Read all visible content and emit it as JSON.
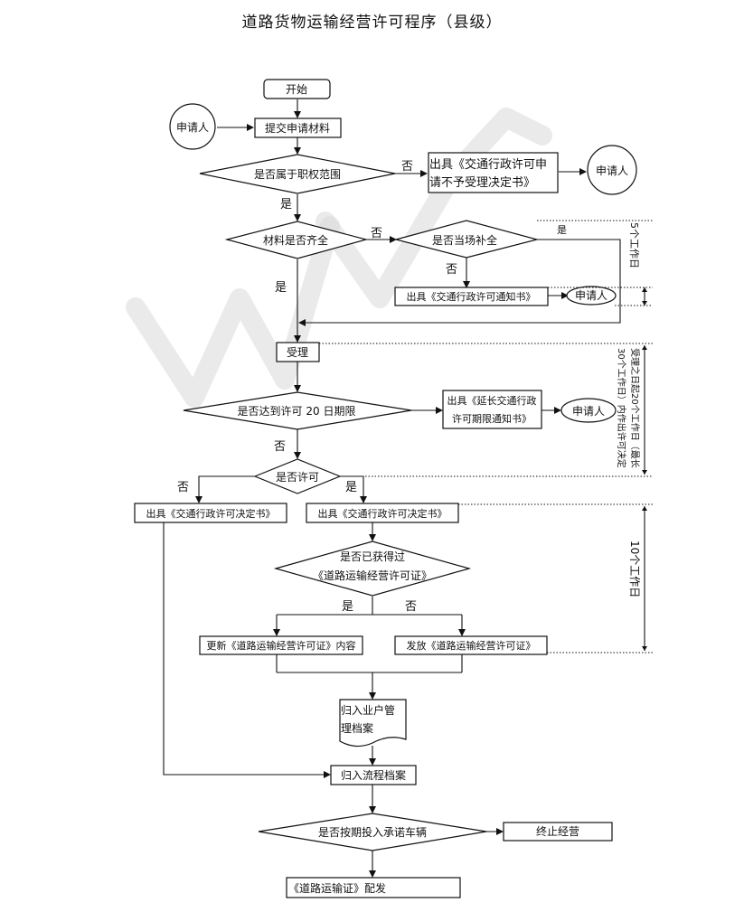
{
  "title": "道路货物运输经营许可程序（县级）",
  "nodes": {
    "start": "开始",
    "applicant": "申请人",
    "submit": "提交申请材料",
    "within_scope": "是否属于职权范围",
    "reject_doc_line1": "出具《交通行政许可申",
    "reject_doc_line2": "请不予受理决定书》",
    "materials_complete": "材料是否齐全",
    "supplement_on_site": "是否当场补全",
    "notice_doc": "出具《交通行政许可通知书》",
    "accept": "受理",
    "reach_20_days": "是否达到许可 20 日期限",
    "extend_doc_line1": "出具《延长交通行政",
    "extend_doc_line2": "许可期限通知书》",
    "permit": "是否许可",
    "decision_doc_no": "出具《交通行政许可决定书》",
    "decision_doc_yes": "出具《交通行政许可决定书》",
    "obtained_line1": "是否已获得过",
    "obtained_line2": "《道路运输经营许可证》",
    "update_license": "更新《道路运输经营许可证》内容",
    "issue_license": "发放《道路运输经营许可证》",
    "archive_user_line1": "归入业户管",
    "archive_user_line2": "理档案",
    "archive_process": "归入流程档案",
    "vehicles_on_time": "是否按期投入承诺车辆",
    "terminate": "终止经营",
    "road_permit": "《道路运输证》配发"
  },
  "edge_labels": {
    "yes": "是",
    "no": "否"
  },
  "side_notes": {
    "five_days": "5个工作日",
    "twenty_days_line1": "受理之日起20个工作日（最长",
    "twenty_days_line2": "30个工作日）内作出许可决定",
    "ten_days": "10个工作日"
  },
  "colors": {
    "line": "#111111",
    "watermark": "#d8d8d8"
  }
}
